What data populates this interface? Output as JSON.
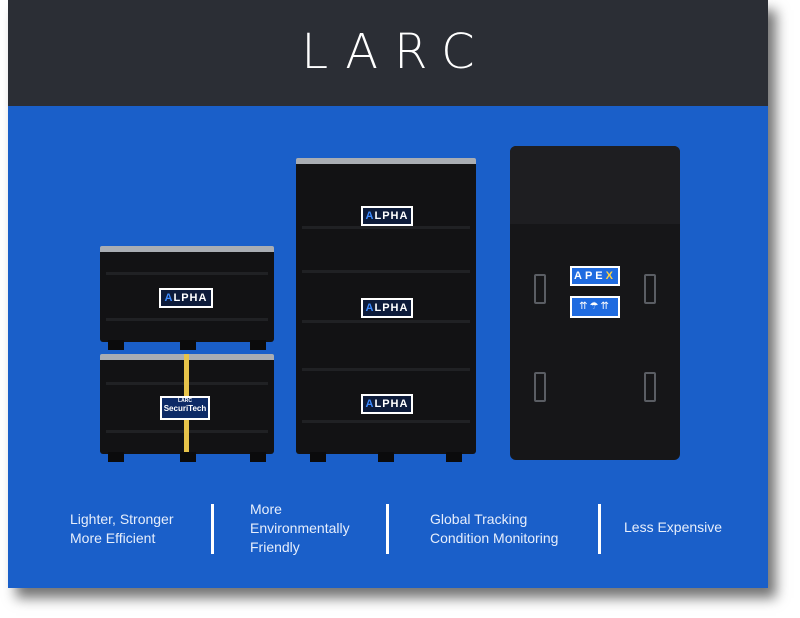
{
  "brand": {
    "logo": "LARC"
  },
  "products": {
    "small_stack": {
      "top_label": "ALPHA",
      "bottom_label_small": "LARC",
      "bottom_label": "SecuriTech"
    },
    "tall_stack": {
      "labels": [
        "ALPHA",
        "ALPHA",
        "ALPHA"
      ]
    },
    "apex": {
      "label": "APEX",
      "handling_symbols": "⇈☂⇈"
    }
  },
  "features": [
    {
      "text": "Lighter, Stronger\nMore Efficient"
    },
    {
      "text": "More\nEnvironmentally\nFriendly"
    },
    {
      "text": "Global Tracking\nCondition Monitoring"
    },
    {
      "text": "Less Expensive"
    }
  ],
  "colors": {
    "header": "#2b2e35",
    "background": "#1a5fc9",
    "text": "#ffffff",
    "strap": "#e7c34a"
  }
}
